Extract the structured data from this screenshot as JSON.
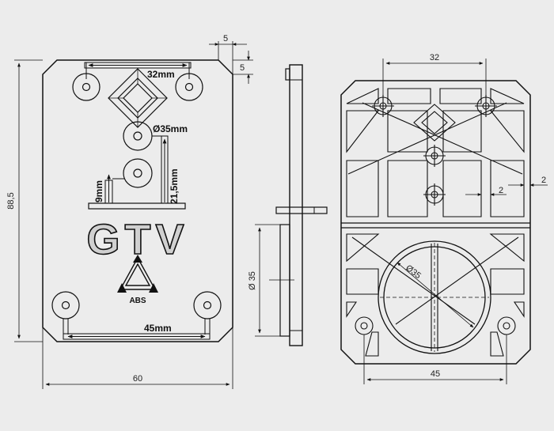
{
  "dimensions": {
    "d5_top": "5",
    "d5_side": "5",
    "height_885": "88,5",
    "width_60": "60",
    "d32_front": "32mm",
    "d35_front": "Ø35mm",
    "d9": "9mm",
    "d215": "21,5mm",
    "d45_front": "45mm",
    "side_d35": "Ø 35",
    "back_32": "32",
    "back_2a": "2",
    "back_2b": "2",
    "back_d35": "Ø35",
    "back_45": "45"
  },
  "logo": {
    "text": "GTV",
    "recycle_label": "ABS"
  },
  "colors": {
    "background": "#ececec",
    "line": "#111111",
    "logo_fill": "#d0d0d0"
  }
}
